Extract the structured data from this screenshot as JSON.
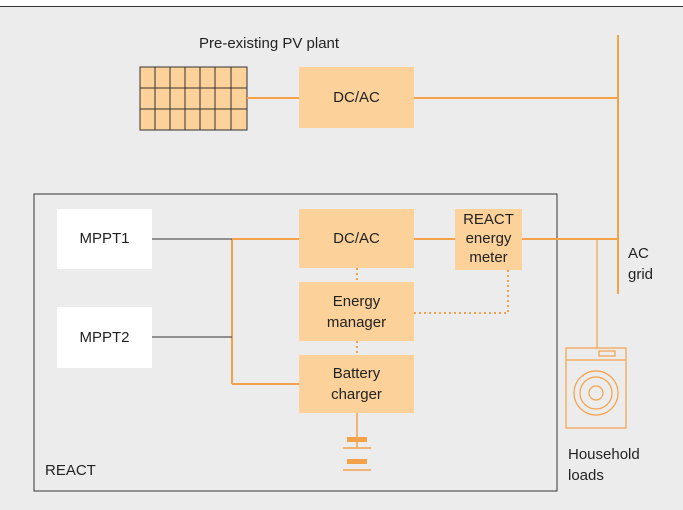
{
  "colors": {
    "orange": "#f4a14a",
    "box_fill": "#fcd29a",
    "background": "#ececec",
    "line_dark": "#333333"
  },
  "pv_plant": {
    "title": "Pre-existing PV plant",
    "inverter": "DC/AC"
  },
  "react": {
    "label": "REACT",
    "mppt1": "MPPT1",
    "mppt2": "MPPT2",
    "inverter": "DC/AC",
    "energy_manager": {
      "line1": "Energy",
      "line2": "manager"
    },
    "battery_charger": {
      "line1": "Battery",
      "line2": "charger"
    },
    "energy_meter": {
      "line1": "REACT",
      "line2": "energy",
      "line3": "meter"
    }
  },
  "grid": {
    "line1": "AC",
    "line2": "grid"
  },
  "loads": {
    "line1": "Household",
    "line2": "loads"
  },
  "icons": [
    "solar-panel-icon",
    "battery-icon",
    "washing-machine-icon"
  ]
}
